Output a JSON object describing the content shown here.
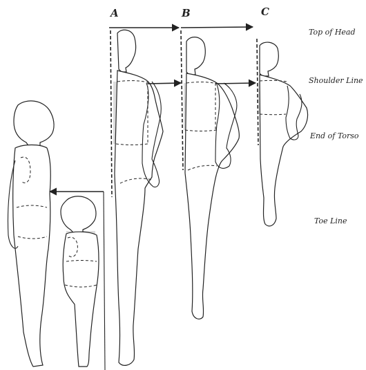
{
  "columns": [
    {
      "label": "A"
    },
    {
      "label": "B"
    },
    {
      "label": "C"
    }
  ],
  "guides": [
    {
      "label": "Top of Head"
    },
    {
      "label": "Shoulder Line"
    },
    {
      "label": "End of Torso"
    },
    {
      "label": "Toe Line"
    }
  ]
}
